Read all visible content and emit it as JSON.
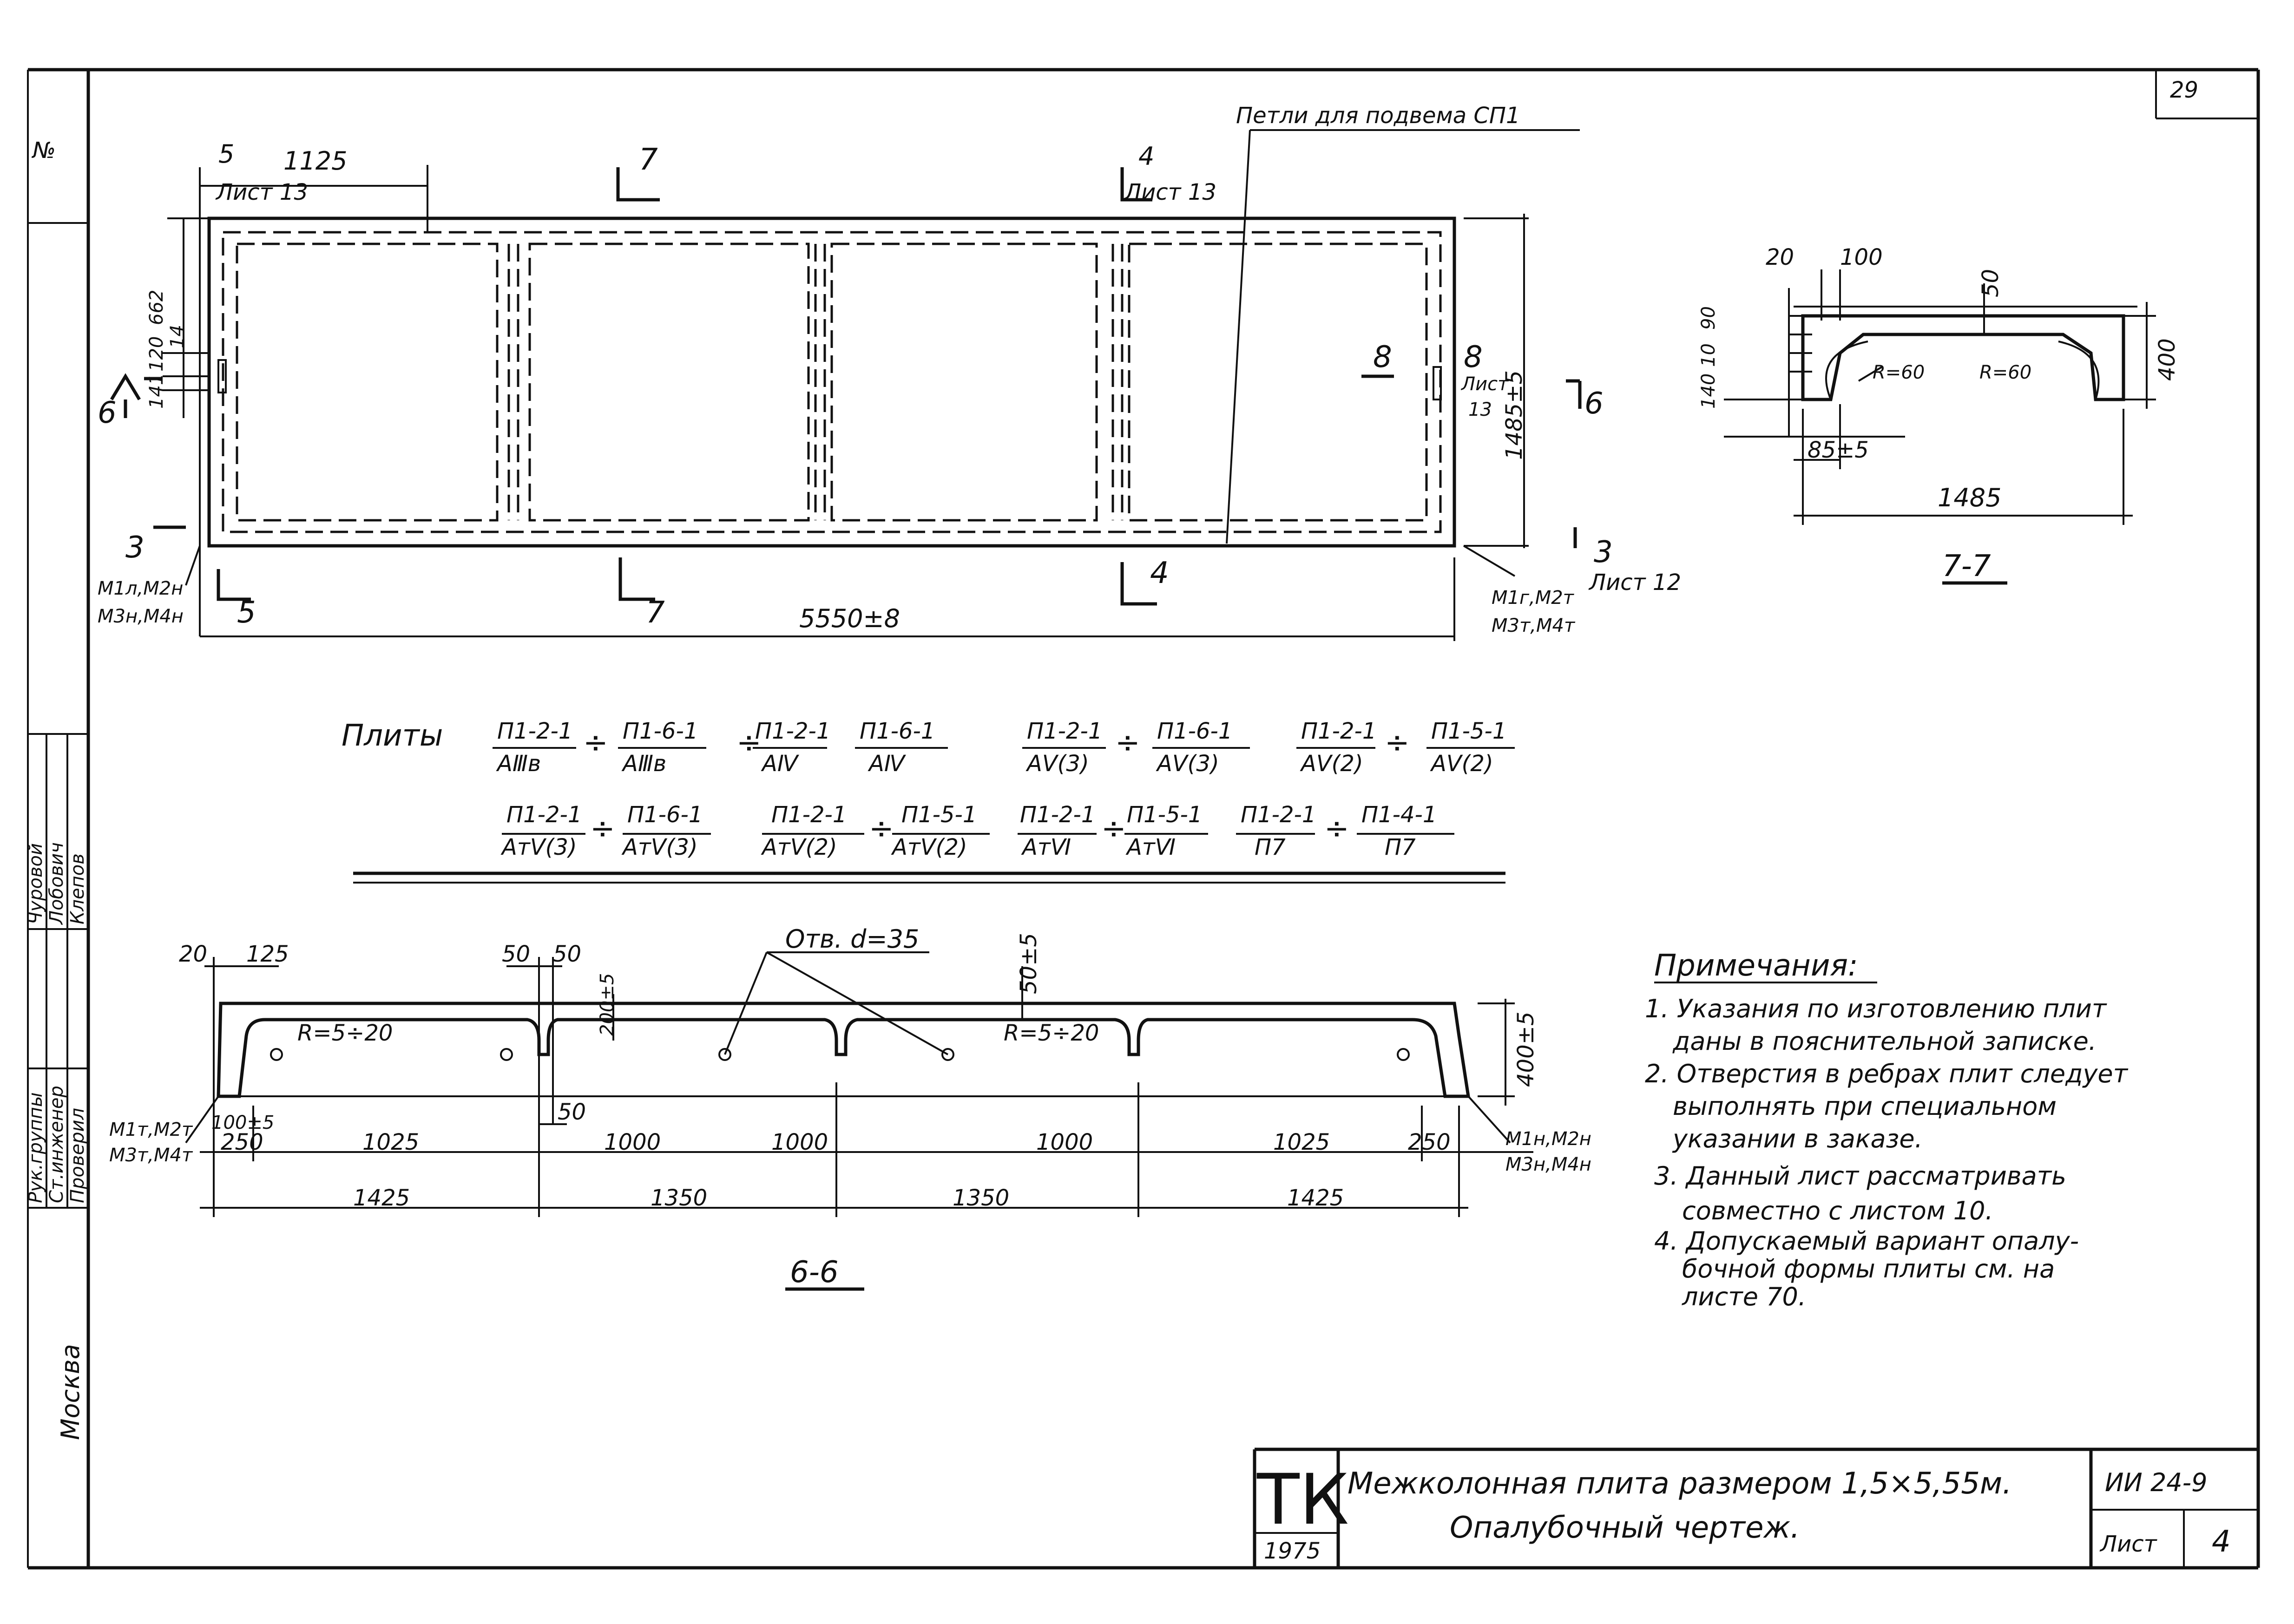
{
  "sheet_number_corner": "29",
  "plan": {
    "loops_label": "Петли для подвема СП1",
    "section_5": "5",
    "section_5_sheet": "Лист 13",
    "section_7": "7",
    "section_4": "4",
    "section_4_sheet": "Лист 13",
    "section_6": "6",
    "section_8": "8",
    "section_8_sheet_a": "Лист",
    "section_8_sheet_b": "13",
    "section_3": "3",
    "section_3_sheet": "Лист 12",
    "dim_top": "1125",
    "dim_left_a": "662",
    "dim_left_b": "120",
    "dim_left_c": "14",
    "dim_left_d": "141",
    "dim_width": "1485±5",
    "dim_length": "5550±8",
    "marks_left_a": "М1л,М2н",
    "marks_left_b": "М3н,М4н",
    "marks_right_a": "М1г,М2т",
    "marks_right_b": "М3т,М4т"
  },
  "slabs": {
    "label": "Плиты",
    "row1": [
      {
        "top": "П1-2-1",
        "bottom": "АⅢв"
      },
      {
        "top": "П1-6-1",
        "bottom": "АⅢв"
      },
      {
        "top": "П1-2-1",
        "bottom": "АⅣ"
      },
      {
        "top": "П1-6-1",
        "bottom": "АⅣ"
      },
      {
        "top": "П1-2-1",
        "bottom": "АⅤ(3)"
      },
      {
        "top": "П1-6-1",
        "bottom": "АⅤ(3)"
      },
      {
        "top": "П1-2-1",
        "bottom": "АⅤ(2)"
      },
      {
        "top": "П1-5-1",
        "bottom": "АⅤ(2)"
      }
    ],
    "row2": [
      {
        "top": "П1-2-1",
        "bottom": "АтⅤ(3)"
      },
      {
        "top": "П1-6-1",
        "bottom": "АтⅤ(3)"
      },
      {
        "top": "П1-2-1",
        "bottom": "АтⅤ(2)"
      },
      {
        "top": "П1-5-1",
        "bottom": "АтⅤ(2)"
      },
      {
        "top": "П1-2-1",
        "bottom": "АтⅥ"
      },
      {
        "top": "П1-5-1",
        "bottom": "АтⅥ"
      },
      {
        "top": "П1-2-1",
        "bottom": "П7"
      },
      {
        "top": "П1-4-1",
        "bottom": "П7"
      }
    ]
  },
  "section77": {
    "title": "7-7",
    "d20": "20",
    "d100": "100",
    "d50": "50",
    "d90": "90",
    "d10": "10",
    "d140": "140",
    "r1": "R=60",
    "r2": "R=60",
    "d400": "400",
    "d85": "85±5",
    "d1485": "1485"
  },
  "section66": {
    "title": "6-6",
    "hole_label": "Отв. d=35",
    "d20": "20",
    "d125": "125",
    "d50a": "50",
    "d50b": "50",
    "d50c": "50",
    "d200": "200±5",
    "d50t": "50±5",
    "d400": "400±5",
    "r_left": "R=5÷20",
    "r_right": "R=5÷20",
    "d100": "100±5",
    "row1": [
      "250",
      "1025",
      "1000",
      "1000",
      "1000",
      "1025",
      "250"
    ],
    "row2": [
      "1425",
      "1350",
      "1350",
      "1425"
    ],
    "marks_left_a": "М1т,М2т",
    "marks_left_b": "М3т,М4т",
    "marks_right_a": "М1н,М2н",
    "marks_right_b": "М3н,М4н"
  },
  "notes": {
    "title": "Примечания:",
    "items": [
      "1. Указания по изготовлению плит",
      "даны в пояснительной записке.",
      "2. Отверстия в ребрах плит следует",
      "выполнять при специальном",
      "указании в заказе.",
      "3. Данный лист рассматривать",
      "совместно с листом 10.",
      "4. Допускаемый вариант опалу-",
      "бочной формы плиты см. на",
      "листе 70."
    ]
  },
  "title_block": {
    "org": "ТК",
    "year": "1975",
    "title_line1": "Межколонная плита размером 1,5×5,55м.",
    "title_line2": "Опалубочный чертеж.",
    "code": "ИИ 24-9",
    "sheet_label": "Лист",
    "sheet_number": "4"
  },
  "side_stamp": {
    "rows": [
      "Рук.группы",
      "Ст.инженер",
      "Проверил"
    ],
    "names": [
      "Чуровой",
      "Лобович",
      "Клепов"
    ],
    "city": "Москва",
    "top_mark": "№"
  }
}
